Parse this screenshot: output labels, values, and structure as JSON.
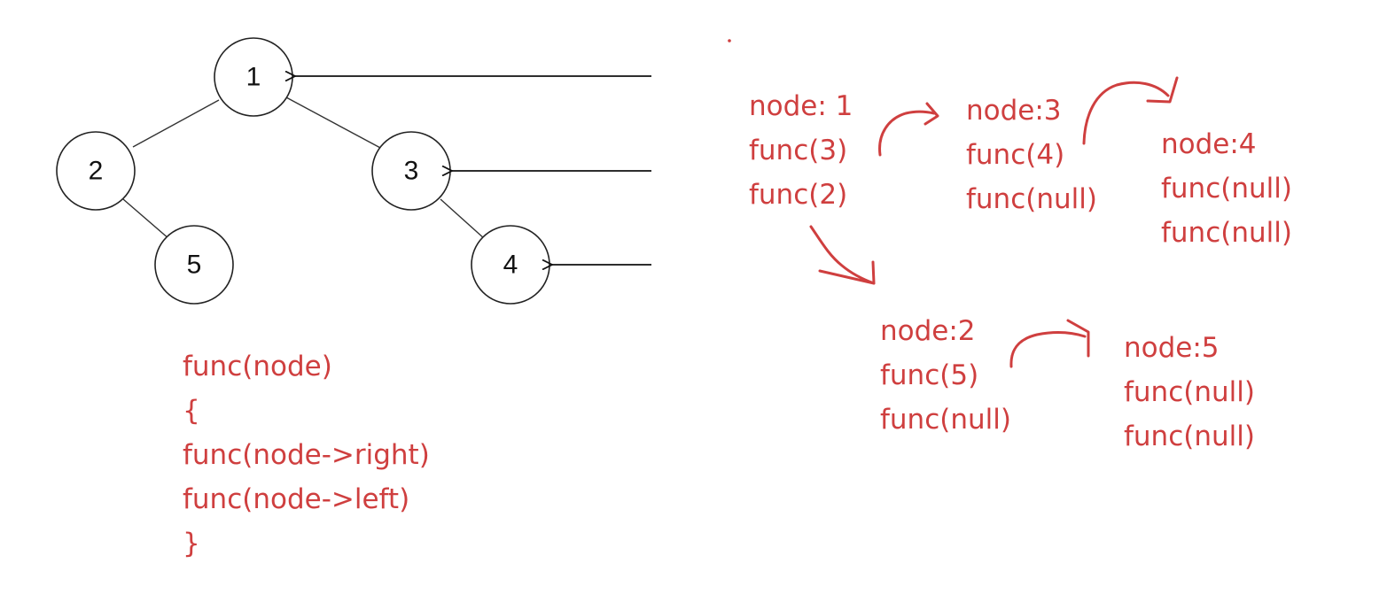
{
  "tree": {
    "nodes": {
      "n1": "1",
      "n2": "2",
      "n3": "3",
      "n4": "4",
      "n5": "5"
    }
  },
  "code": {
    "lines": [
      "func(node)",
      "{",
      "func(node->right)",
      "func(node->left)",
      "}"
    ]
  },
  "trace": {
    "frame1": [
      "node: 1",
      "func(3)",
      "func(2)"
    ],
    "frame3": [
      "node:3",
      "func(4)",
      "func(null)"
    ],
    "frame4": [
      "node:4",
      "func(null)",
      "func(null)"
    ],
    "frame2": [
      "node:2",
      "func(5)",
      "func(null)"
    ],
    "frame5": [
      "node:5",
      "func(null)",
      "func(null)"
    ]
  },
  "colors": {
    "annotation": "#cf3f3f",
    "tree": "#222222"
  }
}
